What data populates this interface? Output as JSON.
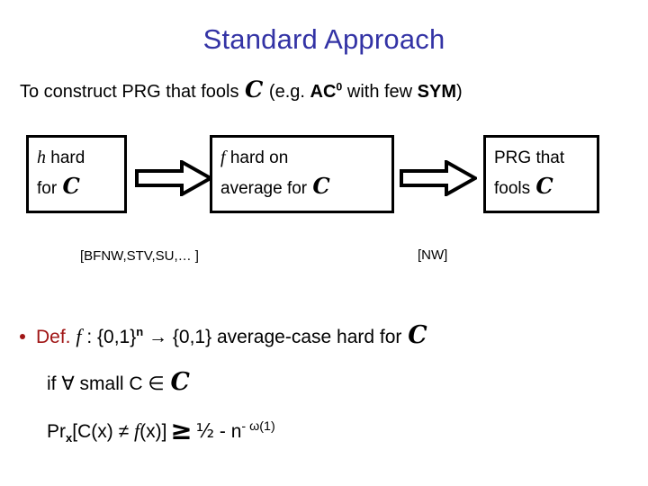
{
  "slide": {
    "title": "Standard Approach",
    "title_color": "#3333A5",
    "accent_red": "#A01515"
  },
  "subtitle": {
    "prefix": "To construct PRG that fools ",
    "class_symbol": "C",
    "paren_open": " (e.g. ",
    "ac_label": "AC",
    "ac_superscript": "0",
    "middle": " with few ",
    "sym_label": "SYM",
    "paren_close": ")"
  },
  "flow": {
    "boxes": [
      {
        "name": "h-hard-box",
        "line1_italic": "h",
        "line1_rest": " hard",
        "line2_rest": "for ",
        "line2_symbol": "C"
      },
      {
        "name": "f-hard-on-average-box",
        "line1_italic": "f",
        "line1_rest": " hard on",
        "line2_rest": "average for ",
        "line2_symbol": "C"
      },
      {
        "name": "prg-box",
        "line1_italic": "",
        "line1_rest": "PRG that",
        "line2_rest": "fools ",
        "line2_symbol": "C"
      }
    ],
    "arrows": [
      {
        "name": "arrow-hard-to-average"
      },
      {
        "name": "arrow-average-to-prg"
      }
    ],
    "citations": {
      "left": "[BFNW,STV,SU,… ]",
      "right": "[NW]"
    }
  },
  "definition": {
    "keyword": "Def.",
    "fn_name": "f",
    "colon": " : ",
    "domain": "{0,1}",
    "domain_sup": "n",
    "arrow": " → ",
    "codomain": "{0,1}",
    "tail": " average-case hard for ",
    "class_symbol": "C",
    "if_prefix": "if ∀ small C ∈ ",
    "if_symbol": "C",
    "pr_prefix": "Pr",
    "pr_sub": "x",
    "pr_body_open": "[C(x) ≠ ",
    "pr_fn": "f",
    "pr_body_close": "(x)]",
    "geq": "≥",
    "half": "½",
    "minus": " - ",
    "n_base": "n",
    "n_exponent": "- ω(1)"
  }
}
